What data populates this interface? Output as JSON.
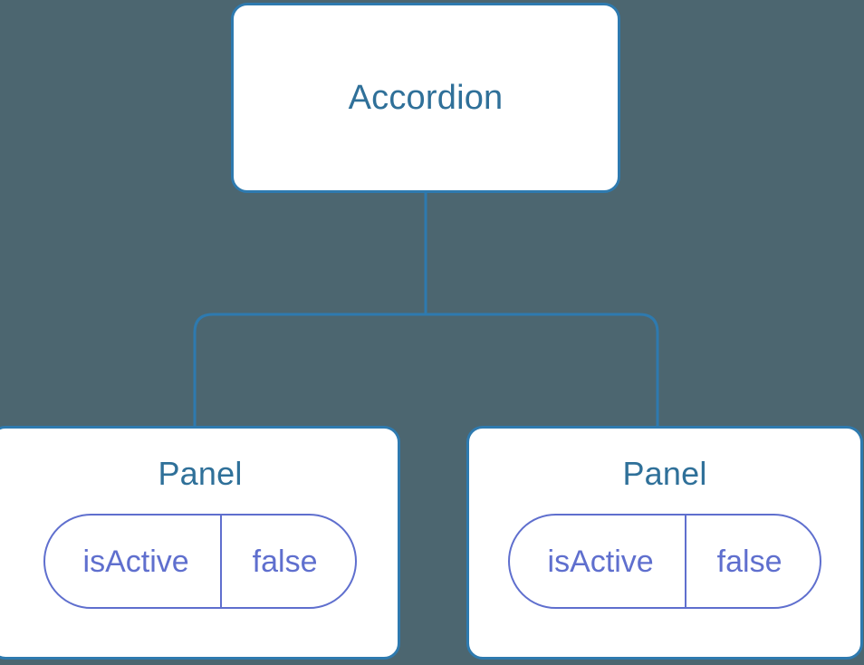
{
  "diagram": {
    "type": "component-tree",
    "background_color": "#4c6670",
    "line_color": "#2e7aaf",
    "node_border_color": "#2e7aaf",
    "node_fill_color": "#ffffff",
    "title_color": "#2f7099",
    "state_color": "#5f6fce",
    "root": {
      "label": "Accordion"
    },
    "children": [
      {
        "label": "Panel",
        "state": {
          "key": "isActive",
          "value": "false"
        }
      },
      {
        "label": "Panel",
        "state": {
          "key": "isActive",
          "value": "false"
        }
      }
    ]
  }
}
